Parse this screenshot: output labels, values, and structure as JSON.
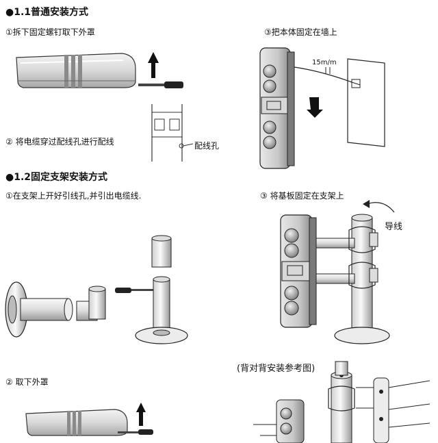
{
  "section1": {
    "heading": "●1.1普通安装方式",
    "step1": "①拆下固定螺钉取下外罩",
    "step2": "② 将电缆穿过配线孔进行配线",
    "step3": "③把本体固定在墙上",
    "hole_label": "配线孔",
    "spacing_label": "15m/m"
  },
  "section2": {
    "heading": "●1.2固定支架安装方式",
    "step1": "①在支架上开好引线孔,并引出电缆线.",
    "step2": "② 取下外罩",
    "step3": "③ 将基板固定在支架上",
    "wire_label": "导线",
    "back_to_back": "(背对背安装参考图)"
  }
}
